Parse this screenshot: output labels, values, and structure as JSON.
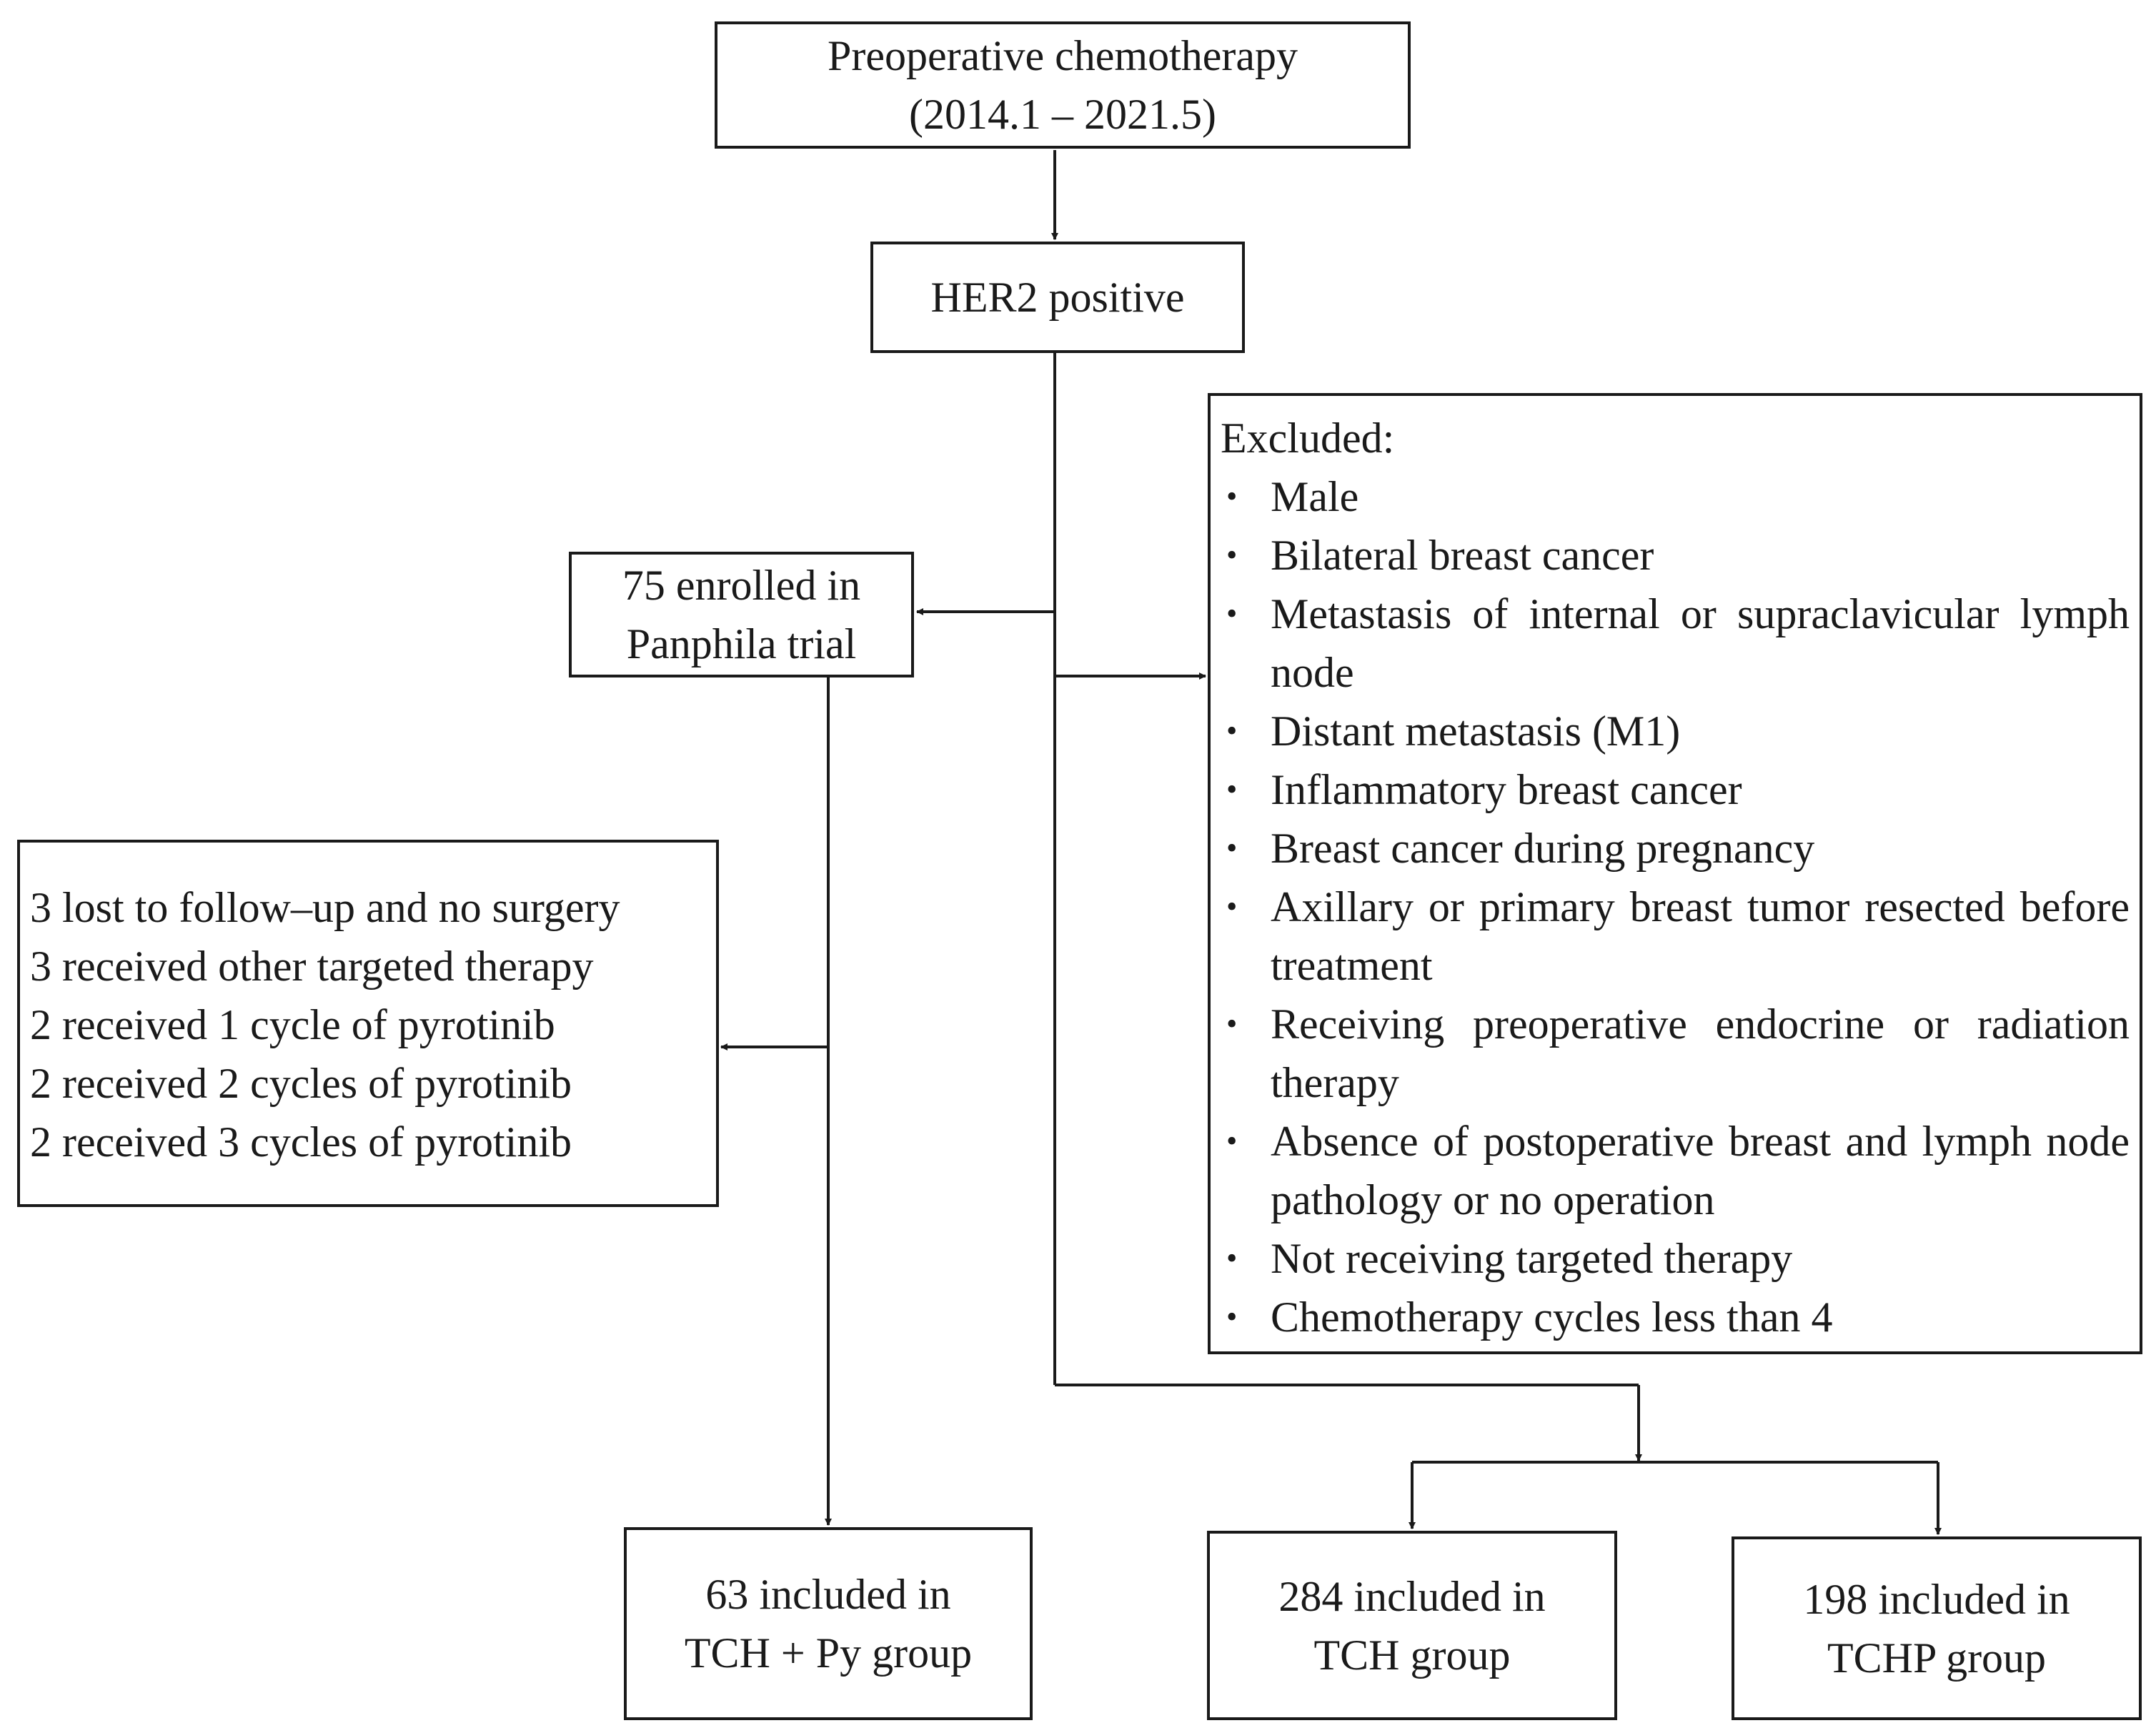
{
  "nodes": {
    "source": {
      "lines": [
        "Preoperative chemotherapy",
        "(2014.1 – 2021.5)"
      ]
    },
    "her2": {
      "lines": [
        "HER2 positive"
      ]
    },
    "enrolled": {
      "lines": [
        "75 enrolled in",
        "Panphila trial"
      ]
    },
    "excluded": {
      "heading": "Excluded:",
      "items": [
        "Male",
        "Bilateral breast cancer",
        "Metastasis of internal or supraclavicular lymph node",
        "Distant metastasis (M1)",
        "Inflammatory breast cancer",
        "Breast cancer during pregnancy",
        "Axillary or primary breast tumor resected before treatment",
        "Receiving preoperative endocrine or radiation therapy",
        "Absence of postoperative breast and lymph node pathology or no operation",
        "Not receiving targeted therapy",
        "Chemotherapy cycles less than 4"
      ]
    },
    "removed": {
      "lines": [
        "3 lost to follow–up and no surgery",
        "3 received other targeted therapy",
        "2 received 1 cycle of pyrotinib",
        "2 received 2 cycles of pyrotinib",
        "2 received 3 cycles of pyrotinib"
      ]
    },
    "tch_py": {
      "lines": [
        "63 included in",
        "TCH + Py group"
      ]
    },
    "tch": {
      "lines": [
        "284 included in",
        "TCH group"
      ]
    },
    "tchp": {
      "lines": [
        "198 included in",
        "TCHP group"
      ]
    }
  },
  "colors": {
    "line": "#1a1a1a",
    "background": "#ffffff"
  }
}
